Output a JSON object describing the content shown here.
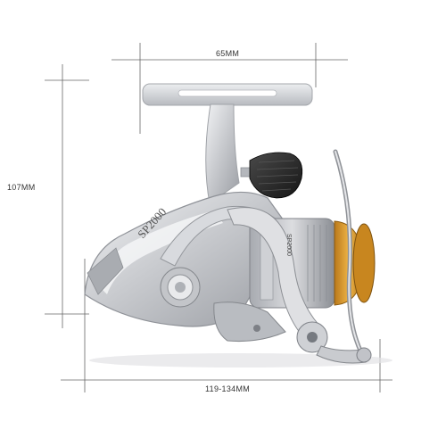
{
  "dimensions": {
    "width_top": "65MM",
    "height": "107MM",
    "length_bottom": "119-134MM"
  },
  "reel": {
    "model_text": "SP2000",
    "spool_text": "SP2000"
  },
  "colors": {
    "body_silver": "#c9cbcf",
    "body_light": "#e6e7ea",
    "body_shadow": "#8d9096",
    "spool_gold": "#d99a2b",
    "knob_black": "#2a2a2a",
    "dim_line": "#666666"
  }
}
